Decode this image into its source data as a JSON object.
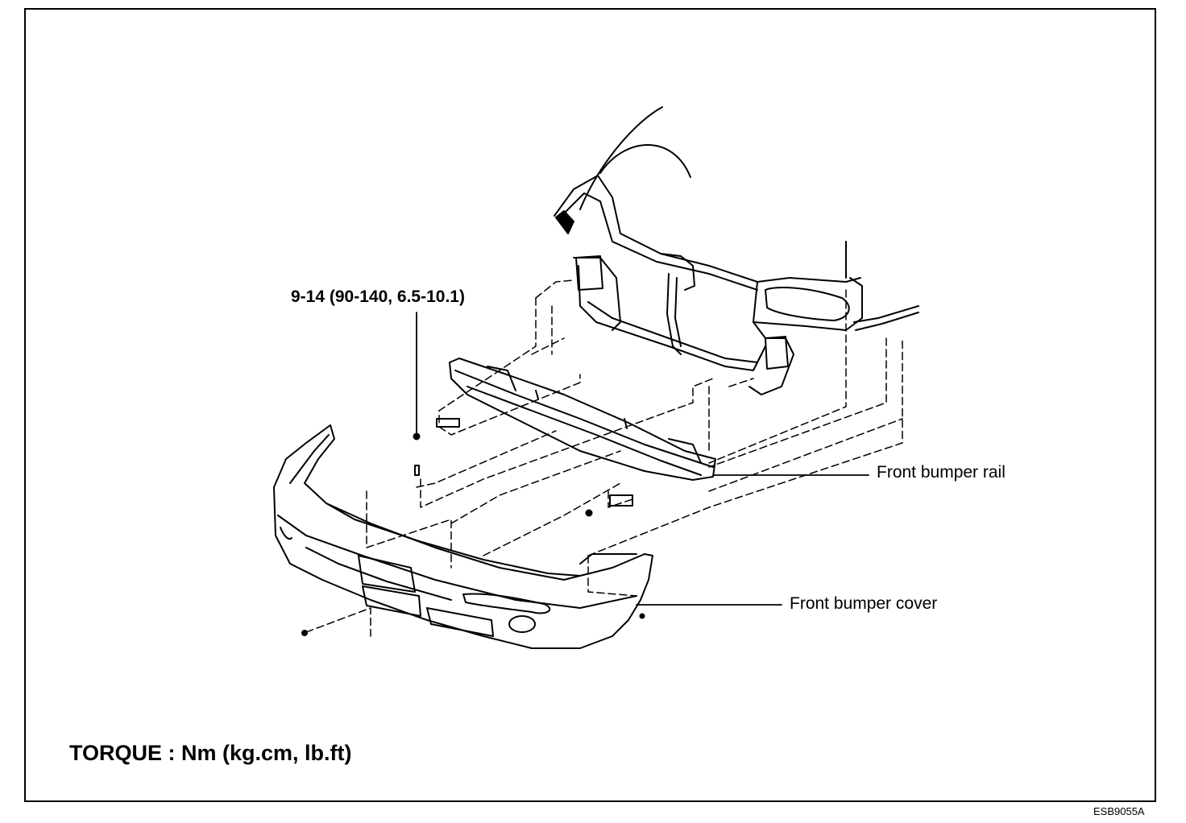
{
  "labels": {
    "torque_spec": "9-14 (90-140, 6.5-10.1)",
    "front_bumper_rail": "Front bumper rail",
    "front_bumper_cover": "Front bumper cover",
    "torque_units": "TORQUE : Nm (kg.cm, lb.ft)",
    "figure_code": "ESB9055A"
  }
}
